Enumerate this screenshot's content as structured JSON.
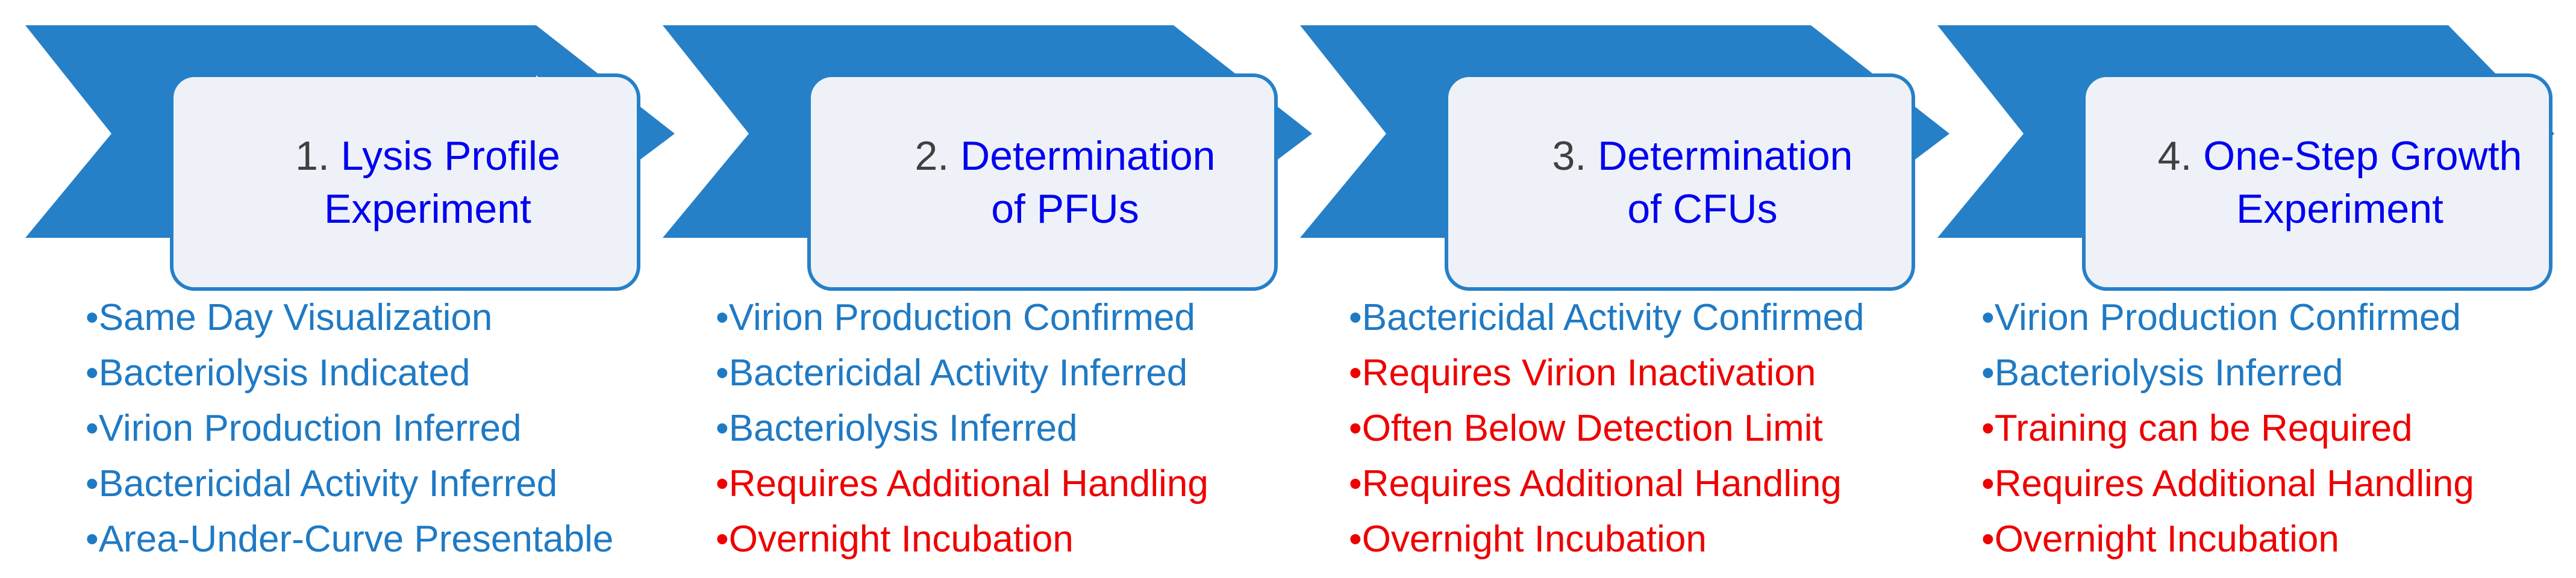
{
  "colors": {
    "chevron": "#2680c8",
    "box_fill": "#eef2f8",
    "box_border": "#2680c8",
    "title_number": "#404040",
    "title_text": "#0000f0",
    "pro": "#1f7ac4",
    "con": "#ee0000"
  },
  "steps": [
    {
      "number": "1.",
      "title_line1": "Lysis Profile",
      "title_line2": "Experiment",
      "bullets": [
        {
          "text": "•Same Day Visualization",
          "kind": "pro"
        },
        {
          "text": "•Bacteriolysis Indicated",
          "kind": "pro"
        },
        {
          "text": "•Virion Production Inferred",
          "kind": "pro"
        },
        {
          "text": "•Bactericidal Activity Inferred",
          "kind": "pro"
        },
        {
          "text": "•Area-Under-Curve Presentable",
          "kind": "pro"
        }
      ]
    },
    {
      "number": "2.",
      "title_line1": "Determination",
      "title_line2": "of PFUs",
      "bullets": [
        {
          "text": "•Virion Production Confirmed",
          "kind": "pro"
        },
        {
          "text": "•Bactericidal Activity Inferred",
          "kind": "pro"
        },
        {
          "text": "•Bacteriolysis Inferred",
          "kind": "pro"
        },
        {
          "text": "•Requires Additional Handling",
          "kind": "con"
        },
        {
          "text": "•Overnight Incubation",
          "kind": "con"
        }
      ]
    },
    {
      "number": "3.",
      "title_line1": "Determination",
      "title_line2": "of CFUs",
      "bullets": [
        {
          "text": "•Bactericidal Activity Confirmed",
          "kind": "pro"
        },
        {
          "text": "•Requires Virion Inactivation",
          "kind": "con"
        },
        {
          "text": "•Often Below Detection Limit",
          "kind": "con"
        },
        {
          "text": "•Requires Additional Handling",
          "kind": "con"
        },
        {
          "text": "•Overnight Incubation",
          "kind": "con"
        }
      ]
    },
    {
      "number": "4.",
      "title_line1": "One-Step Growth",
      "title_line2": "Experiment",
      "bullets": [
        {
          "text": "•Virion Production Confirmed",
          "kind": "pro"
        },
        {
          "text": "•Bacteriolysis Inferred",
          "kind": "pro"
        },
        {
          "text": "•Training can be Required",
          "kind": "con"
        },
        {
          "text": "•Requires Additional Handling",
          "kind": "con"
        },
        {
          "text": "•Overnight Incubation",
          "kind": "con"
        }
      ]
    }
  ]
}
